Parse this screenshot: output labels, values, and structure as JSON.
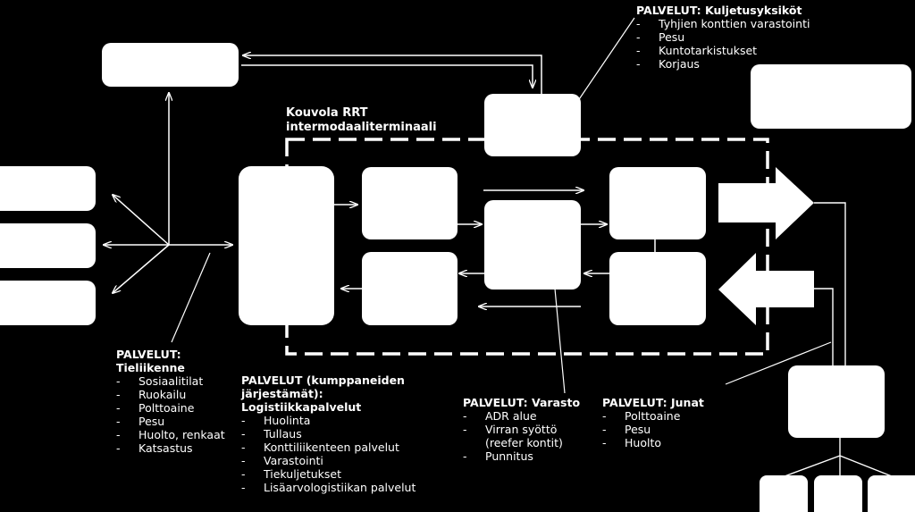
{
  "terminal": {
    "title_line1": "Kouvola RRT",
    "title_line2": "intermodaaliterminaali"
  },
  "services": {
    "kuljetusyksikot": {
      "heading": "PALVELUT: Kuljetusyksiköt",
      "items": [
        "Tyhjien konttien varastointi",
        "Pesu",
        "Kuntotarkistukset",
        "Korjaus"
      ]
    },
    "tieliikenne": {
      "heading_line1": "PALVELUT:",
      "heading_line2": "Tieliikenne",
      "items": [
        "Sosiaalitilat",
        "Ruokailu",
        "Polttoaine",
        "Pesu",
        "Huolto, renkaat",
        "Katsastus"
      ]
    },
    "logistiikka": {
      "heading_line1": "PALVELUT (kumppaneiden",
      "heading_line2": "järjestämät):",
      "heading_line3": "Logistiikkapalvelut",
      "items": [
        "Huolinta",
        "Tullaus",
        "Konttiliikenteen palvelut",
        "Varastointi",
        "Tiekuljetukset",
        "Lisäarvologistiikan palvelut"
      ]
    },
    "varasto": {
      "heading": "PALVELUT: Varasto",
      "items": [
        "ADR alue",
        "Virran syöttö",
        "(reefer kontit)",
        "Punnitus"
      ]
    },
    "junat": {
      "heading": "PALVELUT: Junat",
      "items": [
        "Polttoaine",
        "Pesu",
        "Huolto"
      ]
    }
  }
}
